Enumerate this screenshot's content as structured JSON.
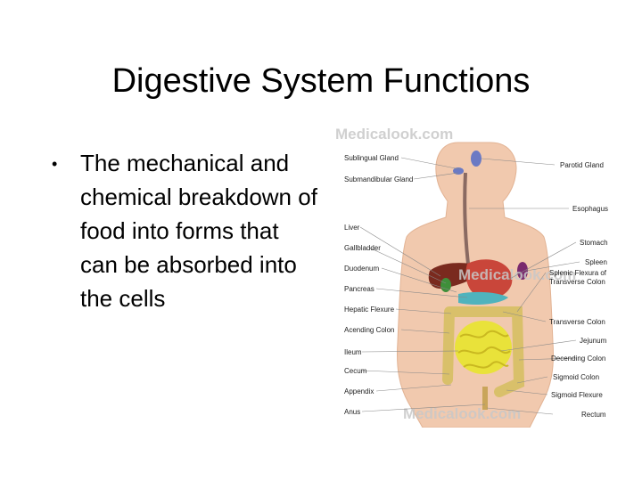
{
  "slide": {
    "title": "Digestive System Functions",
    "bullet": "The mechanical and chemical breakdown of food into forms that can be absorbed into the cells"
  },
  "figure": {
    "watermarks": [
      "Medicalook.com",
      "Medicalook.com",
      "Medicalook.com"
    ],
    "left_labels": [
      "Sublingual Gland",
      "Submandibular Gland",
      "Liver",
      "Gallbladder",
      "Duodenum",
      "Pancreas",
      "Hepatic Flexure",
      "Acending Colon",
      "Ileum",
      "Cecum",
      "Appendix",
      "Anus"
    ],
    "right_labels": [
      "Parotid Gland",
      "Esophagus",
      "Stomach",
      "Spleen",
      "Splenic Flexura of",
      "Transverse Colon",
      "Transverse Colon",
      "Jejunum",
      "Decending Colon",
      "Sigmoid Colon",
      "Sigmoid Flexure",
      "Rectum"
    ]
  }
}
